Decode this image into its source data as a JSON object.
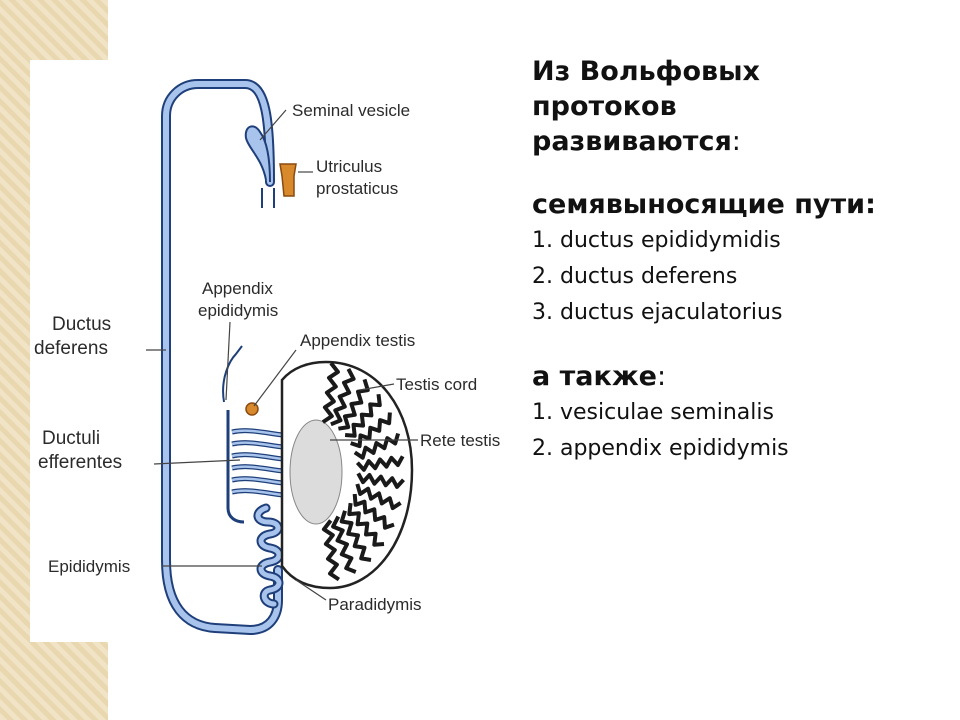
{
  "diagram": {
    "labels": {
      "seminal_vesicle": "Seminal vesicle",
      "utriculus_1": "Utriculus",
      "utriculus_2": "prostaticus",
      "appendix_epididymis_1": "Appendix",
      "appendix_epididymis_2": "epididymis",
      "appendix_testis": "Appendix testis",
      "testis_cord": "Testis cord",
      "rete_testis": "Rete testis",
      "ductus_deferens_1": "Ductus",
      "ductus_deferens_2": "deferens",
      "ductuli_efferentes_1": "Ductuli",
      "ductuli_efferentes_2": "efferentes",
      "epididymis": "Epididymis",
      "paradidymis": "Paradidymis"
    },
    "colors": {
      "duct_fill": "#a9c4ec",
      "duct_stroke": "#1e3f7a",
      "utriculus": "#d7892b",
      "testis_outline": "#222222"
    }
  },
  "text_panel": {
    "heading_line1": "Из Вольфовых",
    "heading_line2": "протоков",
    "heading_line3": "развиваются",
    "heading_colon": ":",
    "section1_title": "семявыносящие пути",
    "section1_colon": ":",
    "section1_items": [
      "1. ductus epididymidis",
      "2. ductus deferens",
      "3. ductus ejaculatorius"
    ],
    "section2_title": "а также",
    "section2_colon": ":",
    "section2_items": [
      "1. vesiculae seminalis",
      "2. appendix epididymis"
    ]
  }
}
